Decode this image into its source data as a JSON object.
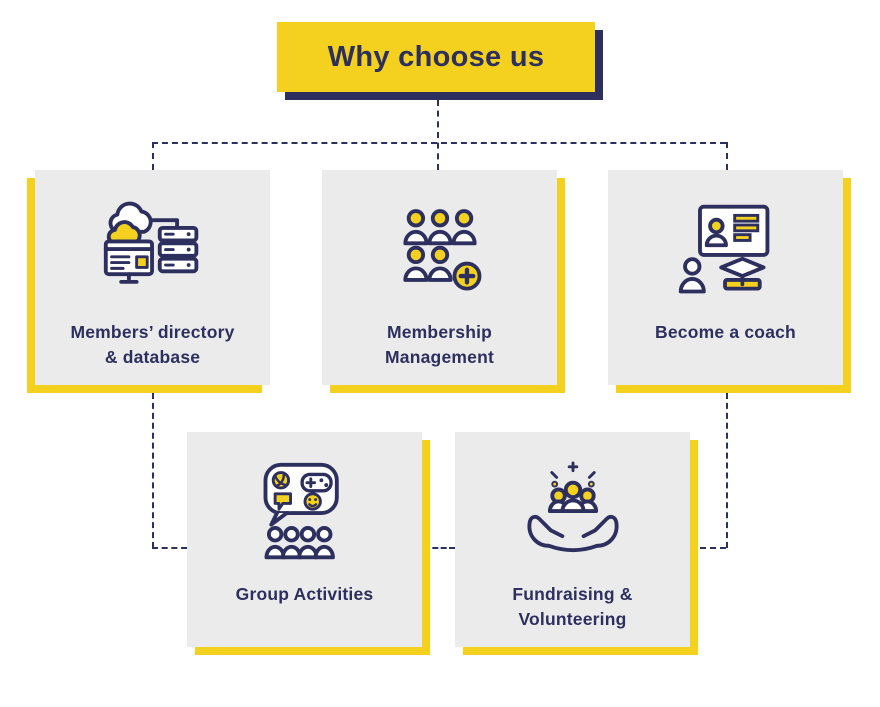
{
  "header": {
    "title": "Why choose us"
  },
  "cards": [
    {
      "id": "members-directory",
      "label": "Members’ directory\n& database",
      "icon": "cloud-database-icon"
    },
    {
      "id": "membership-management",
      "label": "Membership\nManagement",
      "icon": "member-group-add-icon"
    },
    {
      "id": "become-a-coach",
      "label": "Become a coach",
      "icon": "coach-screen-icon"
    },
    {
      "id": "group-activities",
      "label": "Group Activities",
      "icon": "activities-bubble-icon"
    },
    {
      "id": "fundraising-volunteering",
      "label": "Fundraising &\nVolunteering",
      "icon": "hands-holding-people-icon"
    }
  ],
  "colors": {
    "navy": "#2d2f5e",
    "yellow": "#f4d11e",
    "card_bg": "#ebebeb",
    "background": "#ffffff"
  }
}
